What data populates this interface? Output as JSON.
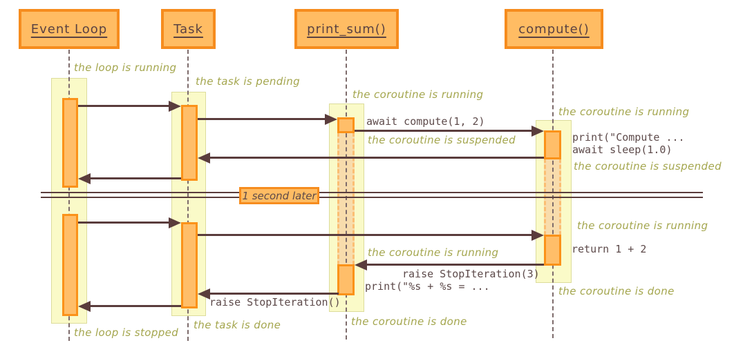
{
  "participants": {
    "event_loop": "Event Loop",
    "task": "Task",
    "print_sum": "print_sum()",
    "compute": "compute()"
  },
  "divider": {
    "label": "1 second later"
  },
  "notes": {
    "loop_running": "the loop is running",
    "task_pending": "the task is pending",
    "coroutine_running_print_sum_1": "the coroutine is running",
    "coroutine_running_compute_1": "the coroutine is running",
    "coroutine_suspended_print_sum": "the coroutine is suspended",
    "coroutine_suspended_compute": "the coroutine is suspended",
    "coroutine_running_compute_2": "the coroutine is running",
    "coroutine_running_print_sum_2": "the coroutine is running",
    "coroutine_done_compute": "the coroutine is done",
    "coroutine_done_print_sum": "the coroutine is done",
    "task_done": "the task is done",
    "loop_stopped": "the loop is stopped"
  },
  "messages": {
    "await_compute": "await compute(1, 2)",
    "print_compute": "print(\"Compute ...",
    "await_sleep": "await sleep(1.0)",
    "return_sum": "return 1 + 2",
    "raise_stop_iteration_3": "raise StopIteration(3)",
    "print_result": "print(\"%s + %s = ...",
    "raise_stop_iteration": "raise StopIteration()"
  },
  "colors": {
    "header_fill": "#FFBC63",
    "header_border": "#F68C1E",
    "header_text": "#5A4242",
    "band_fill": "#FAFAC8",
    "band_border": "#DCDC9B",
    "activation_fill": "#FFBE69",
    "activation_border": "#FB9219",
    "suspended_fill": "#F8DCAC",
    "suspended_border": "#FBBE73",
    "arrow": "#5A3C3C",
    "note_text": "#A4A64E",
    "code_text": "#5D4A4A",
    "lifeline": "#7D6B6B"
  }
}
